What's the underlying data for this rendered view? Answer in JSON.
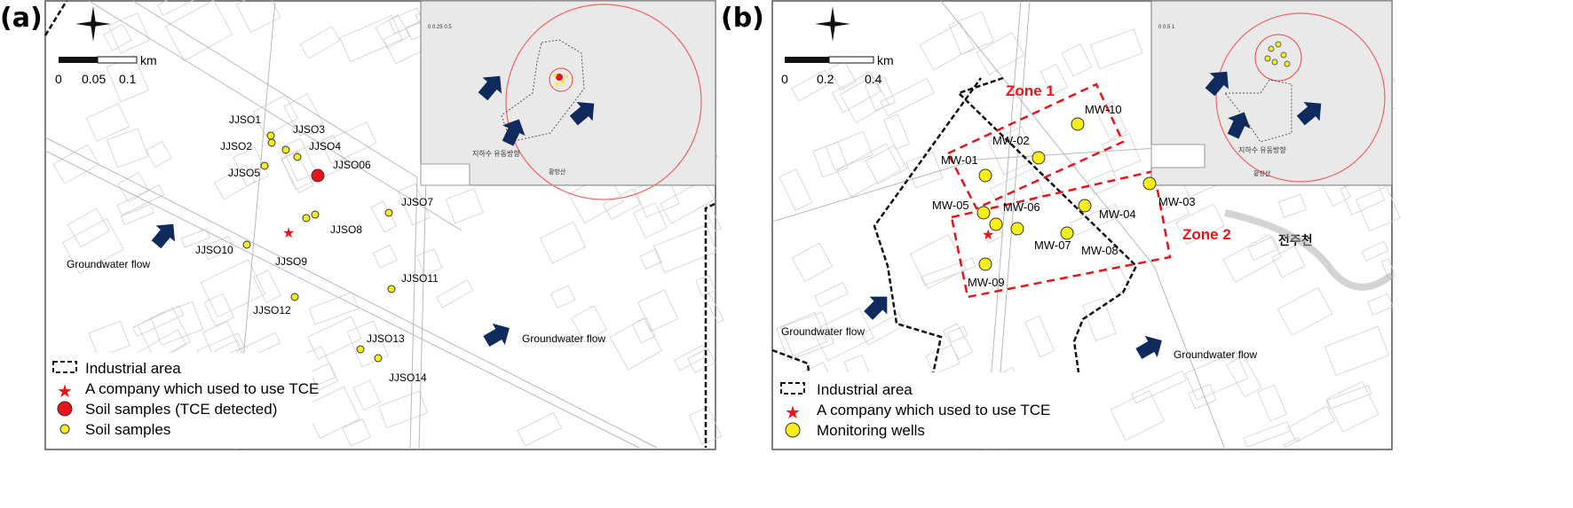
{
  "panels": [
    {
      "label": "(a)",
      "scale": {
        "unit": "km",
        "ticks": [
          "0",
          "0.05",
          "0.1"
        ]
      },
      "flow_label": "Groundwater flow",
      "samples": [
        "JJSO1",
        "JJSO2",
        "JJSO3",
        "JJSO4",
        "JJSO5",
        "JJSO06",
        "JJSO7",
        "JJSO8",
        "JJSO9",
        "JJSO10",
        "JJSO11",
        "JJSO12",
        "JJSO13",
        "JJSO14"
      ],
      "detected": [
        "JJSO06"
      ],
      "legend": [
        "Industrial area",
        "A company which used to use TCE",
        "Soil samples (TCE detected)",
        "Soil samples"
      ],
      "inset": {
        "scale": "0 0.25 0.5",
        "flow": "지하수 유동방향",
        "mountain": "황방산"
      }
    },
    {
      "label": "(b)",
      "scale": {
        "unit": "km",
        "ticks": [
          "0",
          "0.2",
          "0.4"
        ]
      },
      "flow_label": "Groundwater flow",
      "wells": [
        "MW-01",
        "MW-02",
        "MW-03",
        "MW-04",
        "MW-05",
        "MW-06",
        "MW-07",
        "MW-08",
        "MW-09",
        "MW-10"
      ],
      "zones": [
        "Zone 1",
        "Zone 2"
      ],
      "river": "전주천",
      "legend": [
        "Industrial area",
        "A company which used to use TCE",
        "Monitoring wells"
      ],
      "inset": {
        "scale": "0 0.5 1",
        "flow": "지하수 유동방향",
        "mountain": "황방산"
      }
    }
  ],
  "colors": {
    "detected": "#e8141b",
    "sample": "#f5ee1a",
    "arrow": "#0f2a5c",
    "zone": "#e8141b"
  }
}
